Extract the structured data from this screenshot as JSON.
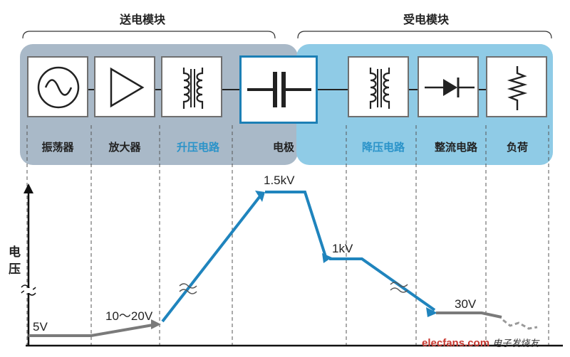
{
  "modules": {
    "send_title": "送电模块",
    "receive_title": "受电模块"
  },
  "stages": [
    {
      "name": "oscillator",
      "label": "振荡器",
      "icon": "sine-wave-icon",
      "color": "#222222"
    },
    {
      "name": "amplifier",
      "label": "放大器",
      "icon": "triangle-amplifier-icon",
      "color": "#222222"
    },
    {
      "name": "step-up",
      "label": "升压电路",
      "icon": "transformer-icon",
      "color": "#2a93c9"
    },
    {
      "name": "electrode",
      "label": "电极",
      "icon": "capacitor-icon",
      "color": "#222222"
    },
    {
      "name": "step-down",
      "label": "降压电路",
      "icon": "transformer-icon",
      "color": "#2a93c9"
    },
    {
      "name": "rectifier",
      "label": "整流电路",
      "icon": "diode-icon",
      "color": "#222222"
    },
    {
      "name": "load",
      "label": "负荷",
      "icon": "resistor-icon",
      "color": "#222222"
    }
  ],
  "graph": {
    "ylabel_1": "电",
    "ylabel_2": "压",
    "levels": {
      "v5": "5V",
      "v10_20": "10～20V",
      "v1_5k": "1.5kV",
      "v1k": "1kV",
      "v30": "30V"
    }
  },
  "colors": {
    "send_panel": "#a9b9c8",
    "receive_panel": "#8fcbe6",
    "graph_line_blue": "#1f84bd",
    "graph_line_gray": "#7a7a7a",
    "electrode_border": "#1c7fb5"
  },
  "watermark": {
    "site": "elecfans.com",
    "cn": "电子发烧友"
  }
}
